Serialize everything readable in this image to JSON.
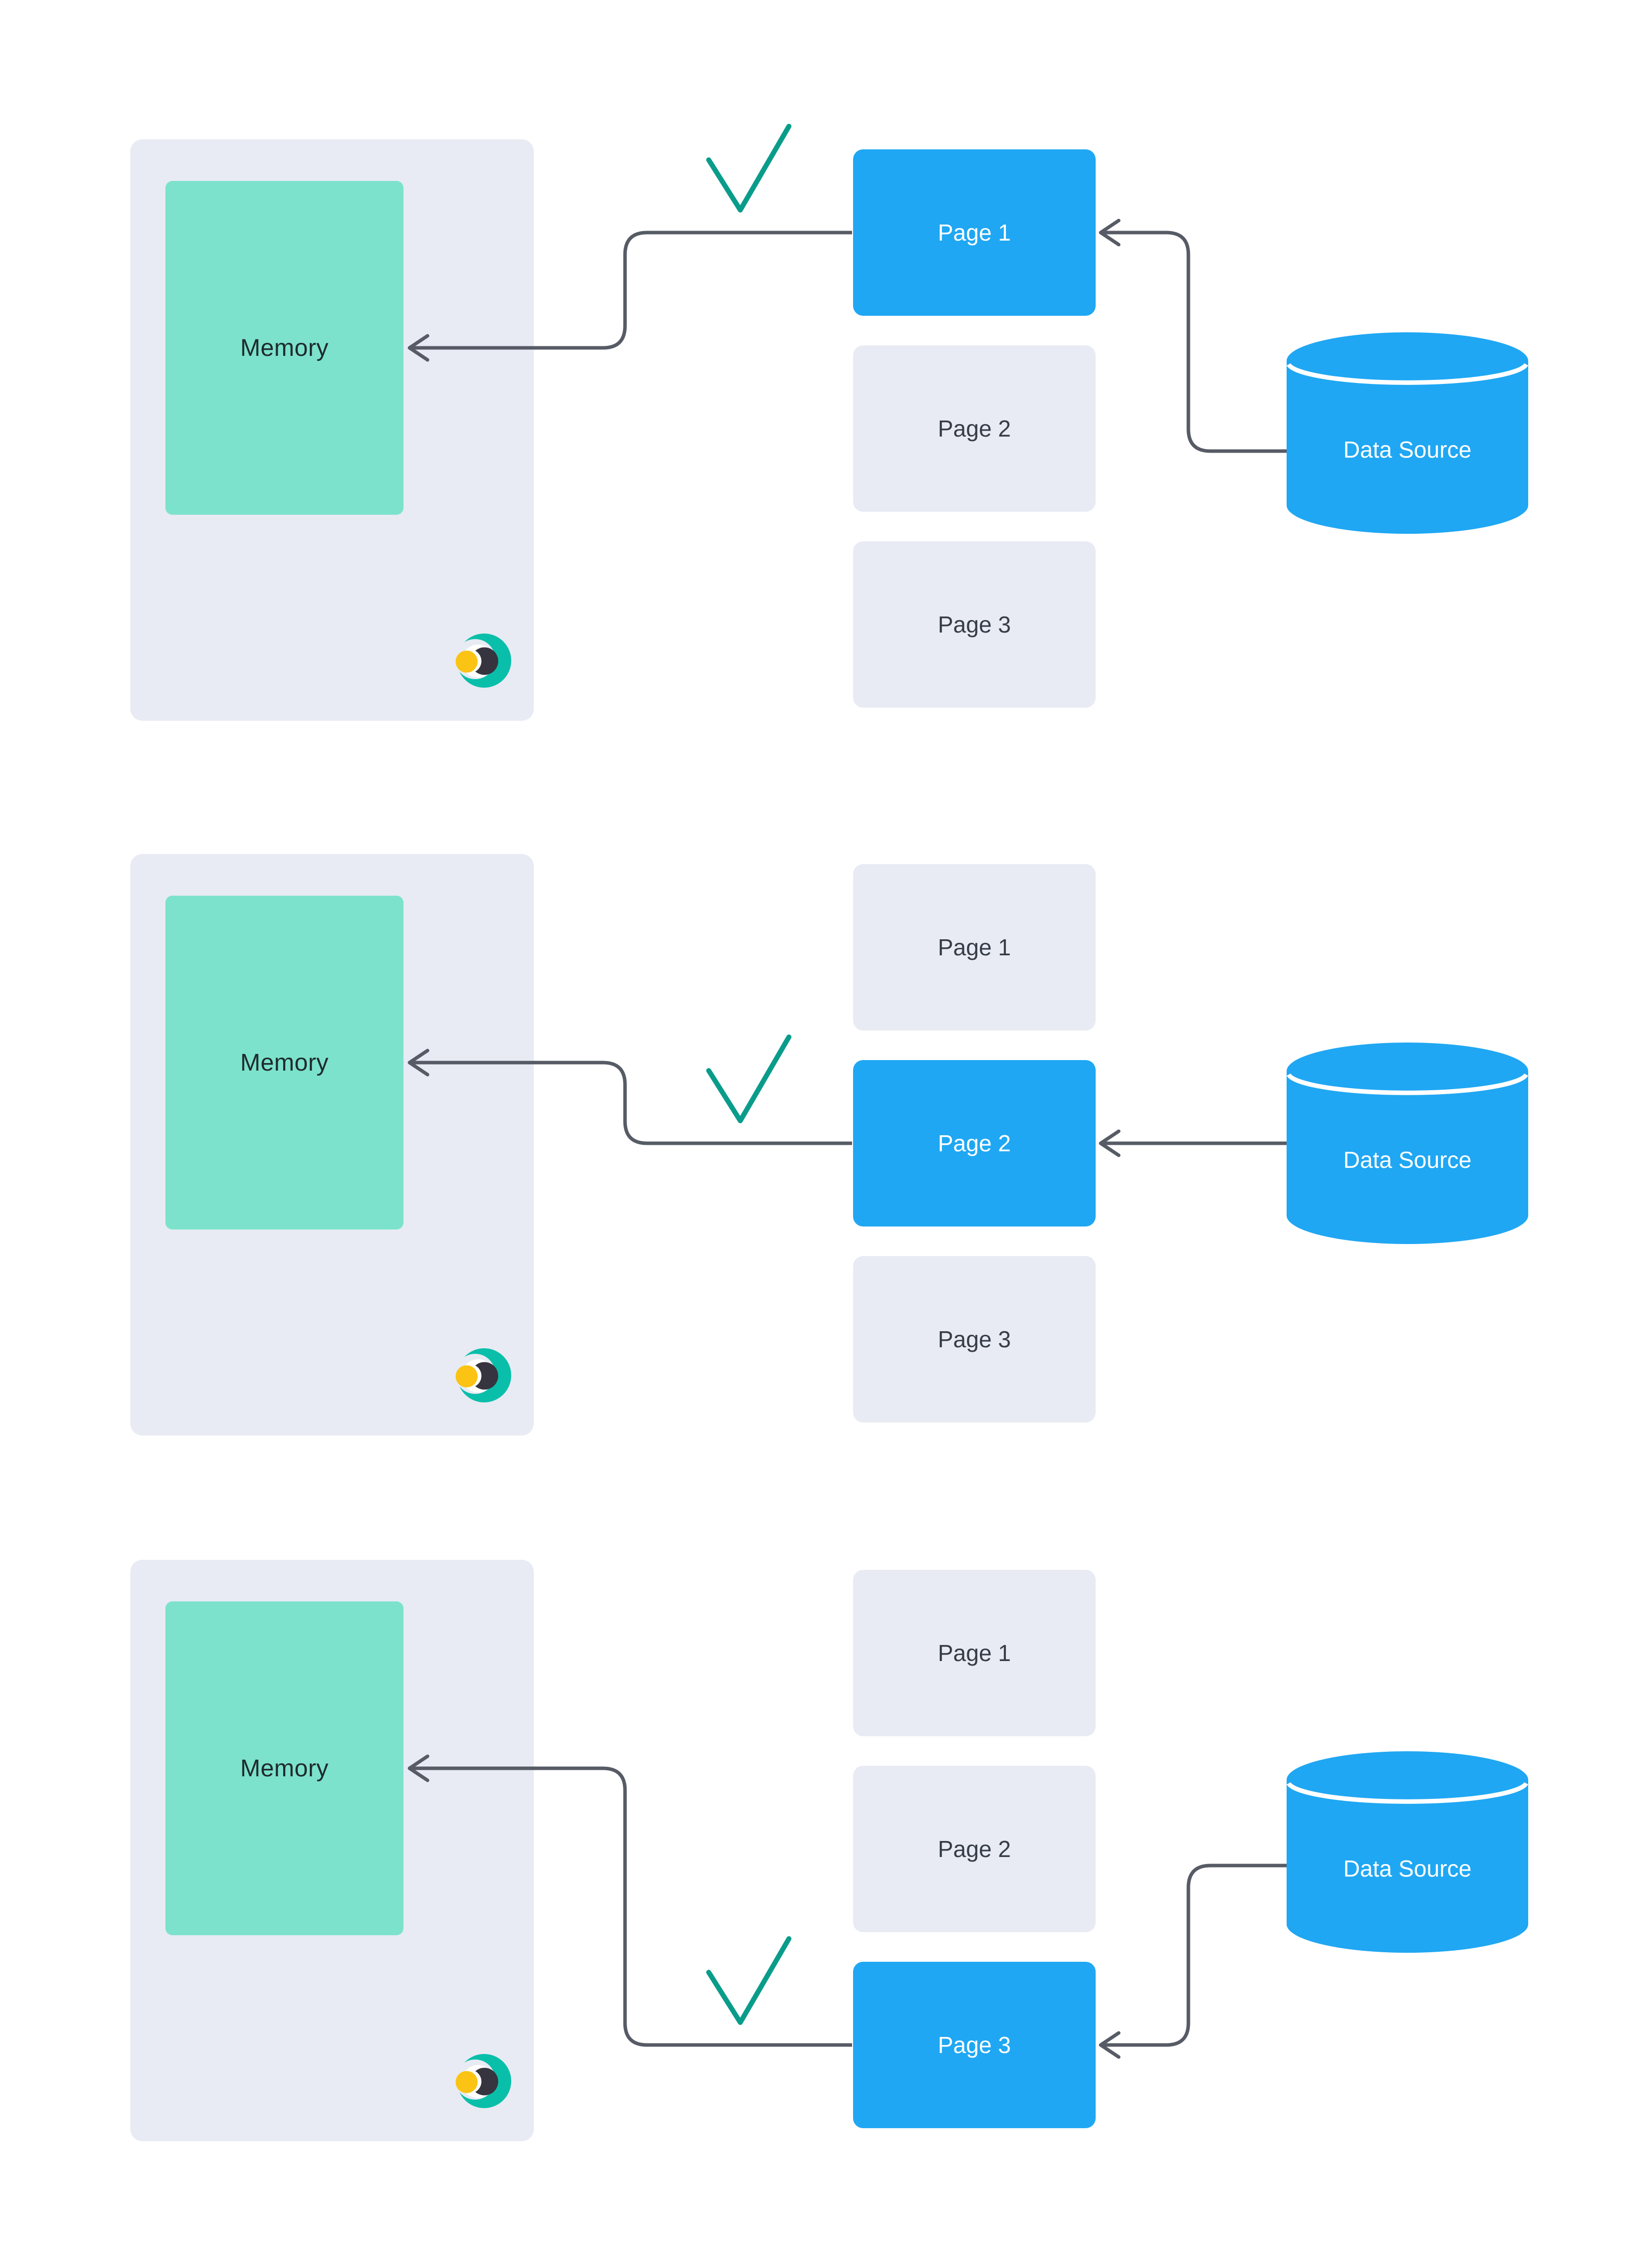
{
  "diagram_title": "",
  "colors": {
    "blue": "#1FA7F3",
    "panel": "#E8EBF3",
    "teal-box": "#7CE2CC",
    "arrow": "#565B66",
    "check": "#0A9C8B",
    "logo-teal": "#0ABFAA",
    "logo-yellow": "#FBC313",
    "logo-dark": "#36343F",
    "text-dark": "#1F2A2C",
    "text-gray": "#363D47"
  },
  "icons": {
    "checkmark": "check-icon",
    "data_source": "database-cylinder-icon",
    "memory_brand": "memory-app-logo-icon",
    "arrows": "left-arrowhead-connector"
  },
  "sections": [
    {
      "memory": {
        "label": "Memory"
      },
      "pages": [
        {
          "label": "Page 1",
          "highlighted": true
        },
        {
          "label": "Page 2",
          "highlighted": false
        },
        {
          "label": "Page 3",
          "highlighted": false
        }
      ],
      "data_source": {
        "label": "Data Source"
      },
      "loaded_page": "Page 1"
    },
    {
      "memory": {
        "label": "Memory"
      },
      "pages": [
        {
          "label": "Page 1",
          "highlighted": false
        },
        {
          "label": "Page 2",
          "highlighted": true
        },
        {
          "label": "Page 3",
          "highlighted": false
        }
      ],
      "data_source": {
        "label": "Data Source"
      },
      "loaded_page": "Page 2"
    },
    {
      "memory": {
        "label": "Memory"
      },
      "pages": [
        {
          "label": "Page 1",
          "highlighted": false
        },
        {
          "label": "Page 2",
          "highlighted": false
        },
        {
          "label": "Page 3",
          "highlighted": true
        }
      ],
      "data_source": {
        "label": "Data Source"
      },
      "loaded_page": "Page 3"
    }
  ]
}
